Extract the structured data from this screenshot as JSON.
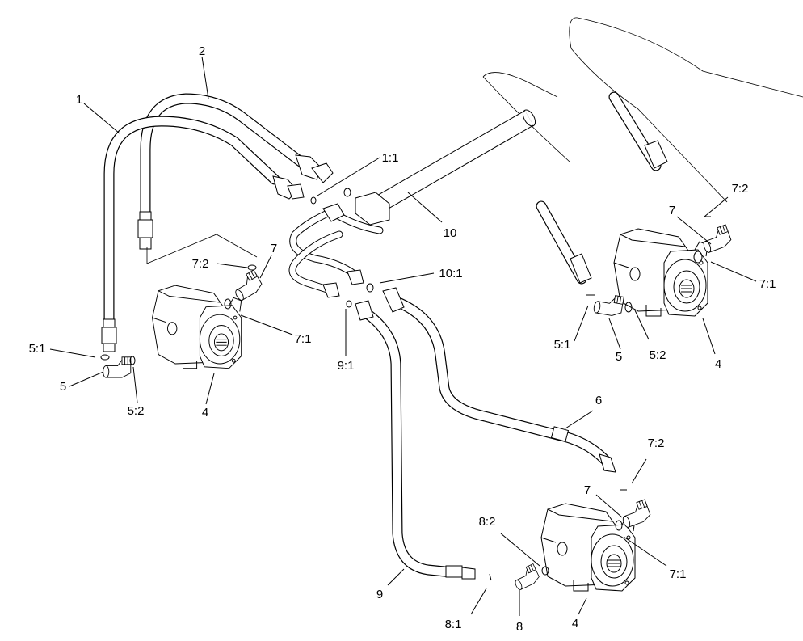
{
  "callouts": [
    {
      "id": "c1",
      "text": "1"
    },
    {
      "id": "c2",
      "text": "2"
    },
    {
      "id": "c1_1",
      "text": "1:1"
    },
    {
      "id": "c10",
      "text": "10"
    },
    {
      "id": "c7_2a",
      "text": "7:2"
    },
    {
      "id": "c7a",
      "text": "7"
    },
    {
      "id": "c10_1",
      "text": "10:1"
    },
    {
      "id": "c7_1a",
      "text": "7:1"
    },
    {
      "id": "c5_1a",
      "text": "5:1"
    },
    {
      "id": "c5a",
      "text": "5"
    },
    {
      "id": "c5_2a",
      "text": "5:2"
    },
    {
      "id": "c4a",
      "text": "4"
    },
    {
      "id": "c9_1",
      "text": "9:1"
    },
    {
      "id": "c7_2b",
      "text": "7:2"
    },
    {
      "id": "c7b",
      "text": "7"
    },
    {
      "id": "c7_1b",
      "text": "7:1"
    },
    {
      "id": "c5_1b",
      "text": "5:1"
    },
    {
      "id": "c5b",
      "text": "5"
    },
    {
      "id": "c5_2b",
      "text": "5:2"
    },
    {
      "id": "c4b",
      "text": "4"
    },
    {
      "id": "c6",
      "text": "6"
    },
    {
      "id": "c7_2c",
      "text": "7:2"
    },
    {
      "id": "c7c",
      "text": "7"
    },
    {
      "id": "c8_2",
      "text": "8:2"
    },
    {
      "id": "c7_1c",
      "text": "7:1"
    },
    {
      "id": "c9",
      "text": "9"
    },
    {
      "id": "c8_1",
      "text": "8:1"
    },
    {
      "id": "c8",
      "text": "8"
    },
    {
      "id": "c4c",
      "text": "4"
    }
  ]
}
